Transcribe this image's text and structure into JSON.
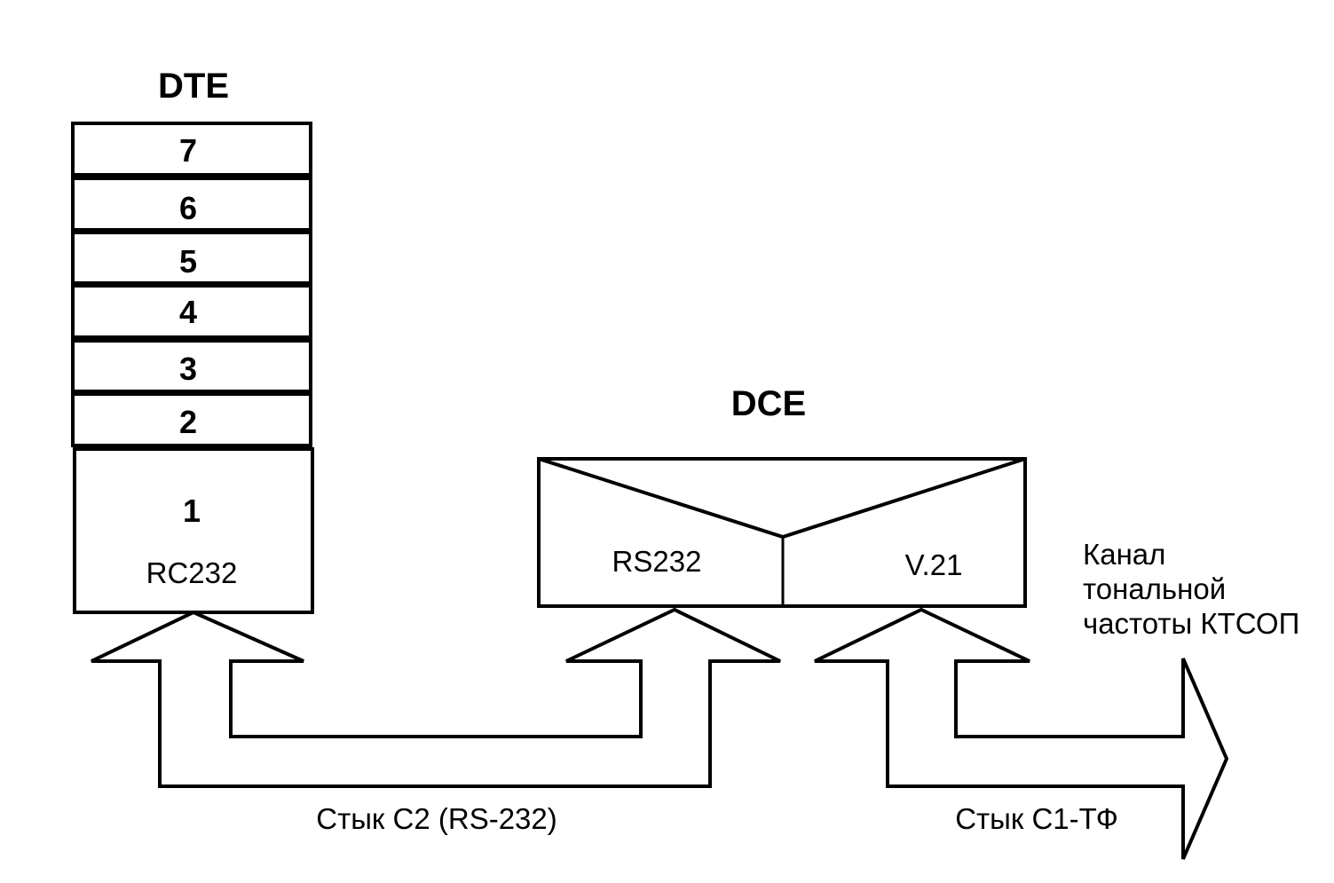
{
  "dte": {
    "title": "DTE",
    "layers": [
      "7",
      "6",
      "5",
      "4",
      "3",
      "2"
    ],
    "physical_layer": {
      "number": "1",
      "label": "RC232"
    }
  },
  "dce": {
    "title": "DCE",
    "left_label": "RS232",
    "right_label": "V.21"
  },
  "channel_label": [
    "Канал",
    "тональной",
    "частоты КТСОП"
  ],
  "interfaces": {
    "c2": "Стык С2 (RS-232)",
    "c1": "Стык С1-ТФ"
  }
}
